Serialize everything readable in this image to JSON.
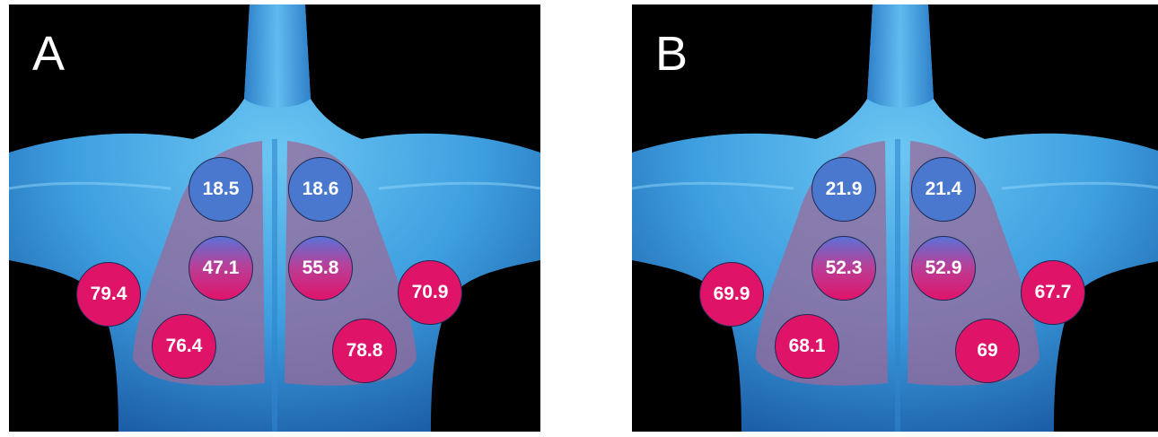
{
  "panels": [
    {
      "label": "A",
      "markers": {
        "upper_left": "18.5",
        "upper_right": "18.6",
        "middle_left": "47.1",
        "middle_right": "55.8",
        "outer_left": "79.4",
        "outer_right": "70.9",
        "lower_left": "76.4",
        "lower_right": "78.8"
      }
    },
    {
      "label": "B",
      "markers": {
        "upper_left": "21.9",
        "upper_right": "21.4",
        "middle_left": "52.3",
        "middle_right": "52.9",
        "outer_left": "69.9",
        "outer_right": "67.7",
        "lower_left": "68.1",
        "lower_right": "69"
      }
    }
  ],
  "colors": {
    "background": "#000000",
    "body": "#3f9fe0",
    "lungs": "#9b6fa0",
    "marker_blue": "#4a78cf",
    "marker_pink": "#df1468"
  }
}
